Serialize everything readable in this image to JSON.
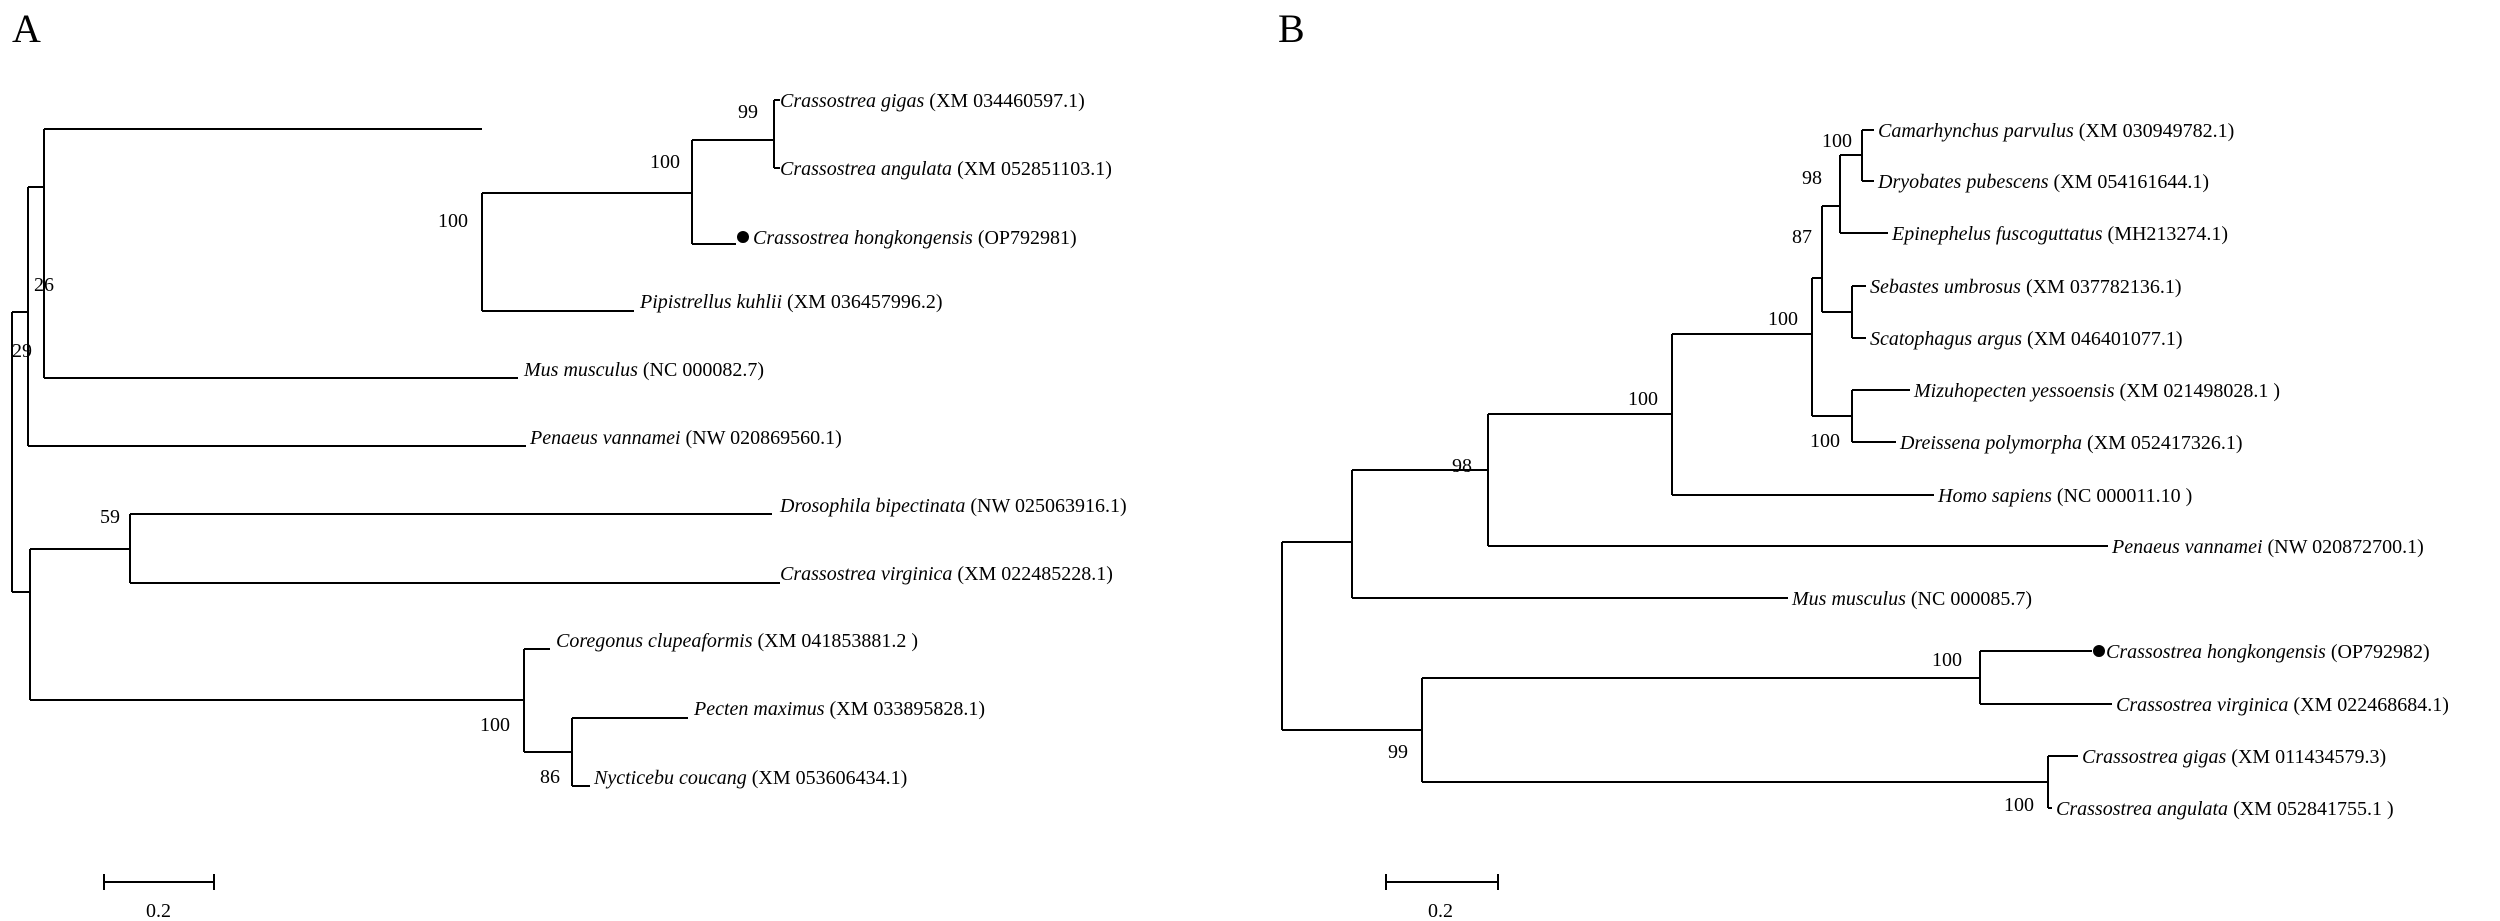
{
  "figure": {
    "panels": [
      {
        "letter": "A",
        "scale_bar_label": "0.2",
        "taxa": [
          {
            "species": "Crassostrea gigas",
            "accession": "(XM 034460597.1)",
            "marked": false
          },
          {
            "species": "Crassostrea angulata",
            "accession": "(XM 052851103.1)",
            "marked": false
          },
          {
            "species": "Crassostrea hongkongensis",
            "accession": "(OP792981)",
            "marked": true
          },
          {
            "species": "Pipistrellus kuhlii",
            "accession": "(XM 036457996.2)",
            "marked": false
          },
          {
            "species": "Mus musculus",
            "accession": "(NC 000082.7)",
            "marked": false
          },
          {
            "species": "Penaeus vannamei",
            "accession": "(NW 020869560.1)",
            "marked": false
          },
          {
            "species": "Drosophila bipectinata",
            "accession": "(NW 025063916.1)",
            "marked": false
          },
          {
            "species": "Crassostrea virginica",
            "accession": "(XM 022485228.1)",
            "marked": false
          },
          {
            "species": "Coregonus clupeaformis",
            "accession": "(XM 041853881.2 )",
            "marked": false
          },
          {
            "species": "Pecten maximus",
            "accession": "(XM 033895828.1)",
            "marked": false
          },
          {
            "species": "Nycticebu coucang",
            "accession": "(XM 053606434.1)",
            "marked": false
          }
        ],
        "bootstrap_values": [
          "99",
          "100",
          "100",
          "26",
          "29",
          "59",
          "100",
          "86"
        ]
      },
      {
        "letter": "B",
        "scale_bar_label": "0.2",
        "taxa": [
          {
            "species": "Camarhynchus parvulus",
            "accession": "(XM 030949782.1)",
            "marked": false
          },
          {
            "species": "Dryobates pubescens",
            "accession": "(XM 054161644.1)",
            "marked": false
          },
          {
            "species": "Epinephelus fuscoguttatus",
            "accession": "(MH213274.1)",
            "marked": false
          },
          {
            "species": "Sebastes umbrosus",
            "accession": "(XM 037782136.1)",
            "marked": false
          },
          {
            "species": "Scatophagus argus",
            "accession": "(XM 046401077.1)",
            "marked": false
          },
          {
            "species": "Mizuhopecten yessoensis",
            "accession": "(XM 021498028.1 )",
            "marked": false
          },
          {
            "species": "Dreissena polymorpha",
            "accession": "(XM 052417326.1)",
            "marked": false
          },
          {
            "species": "Homo sapiens",
            "accession": "(NC 000011.10 )",
            "marked": false
          },
          {
            "species": "Penaeus vannamei",
            "accession": "(NW 020872700.1)",
            "marked": false
          },
          {
            "species": "Mus musculus",
            "accession": "(NC 000085.7)",
            "marked": false
          },
          {
            "species": "Crassostrea hongkongensis",
            "accession": "(OP792982)",
            "marked": true
          },
          {
            "species": "Crassostrea virginica",
            "accession": "(XM 022468684.1)",
            "marked": false
          },
          {
            "species": "Crassostrea gigas",
            "accession": "(XM 011434579.3)",
            "marked": false
          },
          {
            "species": "Crassostrea angulata",
            "accession": "(XM 052841755.1 )",
            "marked": false
          }
        ],
        "bootstrap_values": [
          "100",
          "98",
          "87",
          "100",
          "100",
          "100",
          "98",
          "100",
          "99",
          "100"
        ]
      }
    ]
  }
}
